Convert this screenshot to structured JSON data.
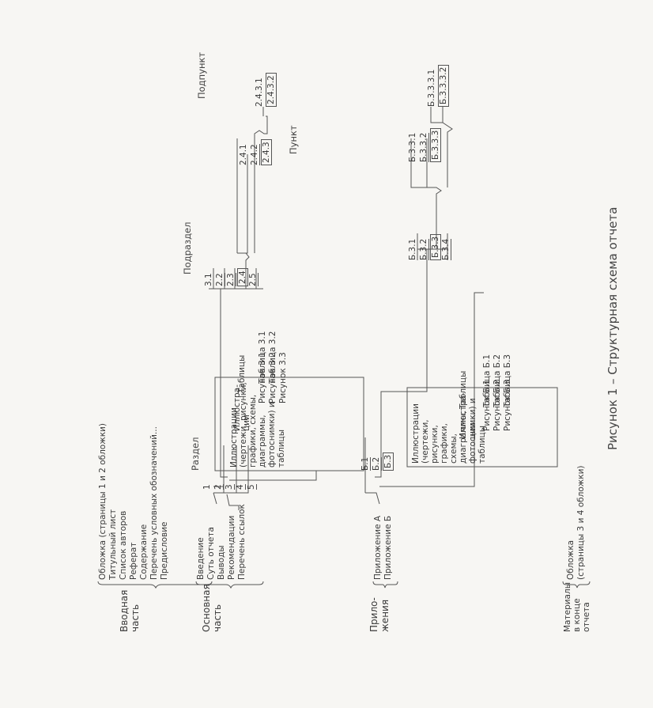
{
  "column_headers": {
    "razdel": "Раздел",
    "podrazdel": "Подраздел",
    "punkt": "Пункт",
    "podpunkt": "Подпункт"
  },
  "intro": {
    "label": "Вводная часть",
    "items": [
      "Обложка (страницы 1 и 2 обложки)",
      "Титульный лист",
      "Список авторов",
      "Реферат",
      "Содержание",
      "Перечень условных обозначений...",
      "Предисловие"
    ]
  },
  "main": {
    "label": "Основная часть",
    "items": [
      "Введение",
      "Суть отчета",
      "Выводы",
      "Рекомендации",
      "Перечень ссылок"
    ],
    "sections": [
      "1",
      "2",
      "3",
      "4",
      "5"
    ],
    "subsections": [
      "3.1",
      "2.2",
      "2.3",
      "2.4",
      "2.5"
    ],
    "points": [
      "2.4.1",
      "2.4.2",
      "2.4.3"
    ],
    "subpoints": [
      "2.4.3.1",
      "2.4.3.2"
    ],
    "illustrations_box": {
      "header": "Иллюстрации (чертежи, рисунки, графики, схемы, диаграммы, фотоснимки) и таблицы",
      "illustrations_label": "Иллюстра-ции",
      "figures": [
        "Рисунок 3.1",
        "Рисунок 3.2",
        "Рисунок 3.3"
      ],
      "tables_label": "Таблицы",
      "tables": [
        "Таблица 3.1",
        "Таблица 3.2"
      ]
    }
  },
  "appendix": {
    "label": "Прило-жения",
    "items": [
      "Приложение А",
      "Приложение Б"
    ],
    "sections": [
      "Б.1",
      "Б.2",
      "Б.3"
    ],
    "subsections": [
      "Б.3.1",
      "Б.3.2",
      "Б.3.3",
      "Б.3.4"
    ],
    "points": [
      "Б.3.3.1",
      "Б.3.3.2",
      "Б.3.3.3"
    ],
    "subpoints": [
      "Б.3.3.3.1",
      "Б.3.3.3.2"
    ],
    "illustrations_box": {
      "header": "Иллюстрации (чертежи, рисунки, графики, схемы, диаграммы, фотоснимки) и таблицы",
      "illustrations_label": "Иллюстра-ции",
      "figures": [
        "Рисунок Б.1",
        "Рисунок Б.2",
        "Рисунок Б.3"
      ],
      "tables_label": "Таблицы",
      "tables": [
        "Таблица Б.1",
        "Таблица Б.2",
        "Таблица Б.3"
      ]
    }
  },
  "end_materials": {
    "label": "Материалы в конце отчета",
    "items": [
      "Обложка",
      "(страницы 3 и 4 обложки)"
    ]
  },
  "caption": "Рисунок 1 – Структурная схема отчета"
}
